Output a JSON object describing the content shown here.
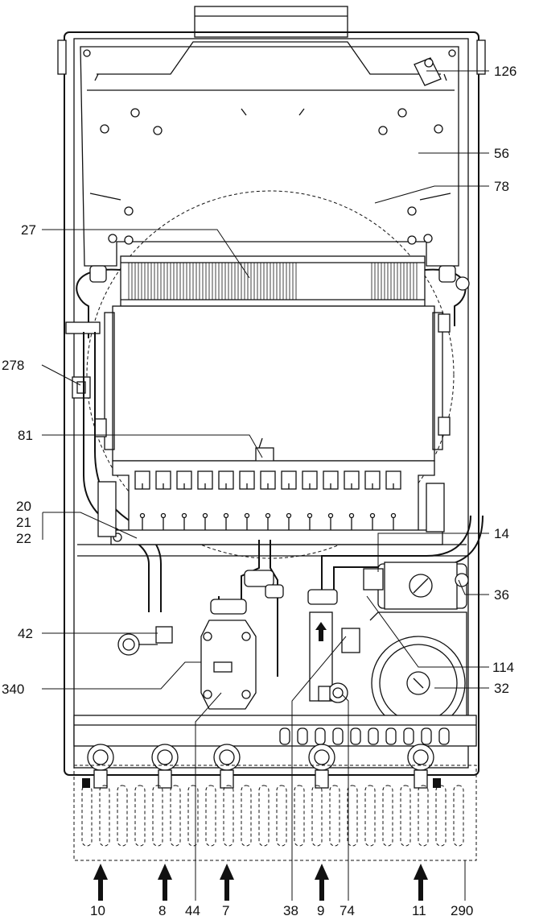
{
  "labels": {
    "l126": "126",
    "l56": "56",
    "l78": "78",
    "l27": "27",
    "l278": "278",
    "l81": "81",
    "l20": "20",
    "l21": "21",
    "l22": "22",
    "l14": "14",
    "l36": "36",
    "l42": "42",
    "l114": "114",
    "l340": "340",
    "l32": "32",
    "b10": "10",
    "b8": "8",
    "b44": "44",
    "b7": "7",
    "b38": "38",
    "b9": "9",
    "b74": "74",
    "b11": "11",
    "b290": "290"
  }
}
